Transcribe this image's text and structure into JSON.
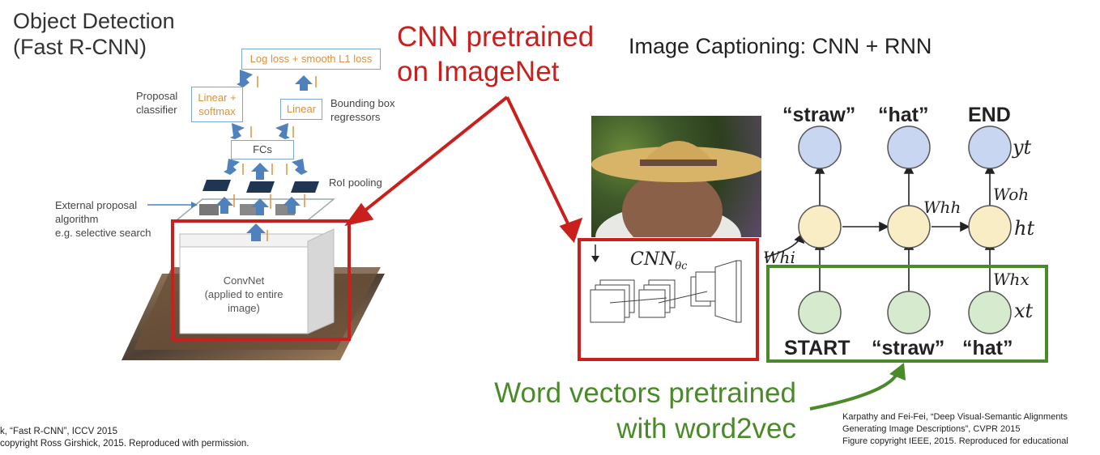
{
  "left_panel": {
    "title_line1": "Object Detection",
    "title_line2": "(Fast R-CNN)",
    "loss_label": "Log loss + smooth L1 loss",
    "linear_softmax_line1": "Linear +",
    "linear_softmax_line2": "softmax",
    "linear_label": "Linear",
    "proposal_line1": "Proposal",
    "proposal_line2": "classifier",
    "bbox_line1": "Bounding box",
    "bbox_line2": "regressors",
    "fcs_label": "FCs",
    "roi_label": "RoI pooling",
    "external_line1": "External proposal",
    "external_line2": "algorithm",
    "external_line3": "e.g. selective search",
    "convnet_line1": "ConvNet",
    "convnet_line2": "(applied to entire",
    "convnet_line3": "image)"
  },
  "center": {
    "red_line1": "CNN pretrained",
    "red_line2": "on ImageNet",
    "green_line1": "Word vectors pretrained",
    "green_line2": "with word2vec"
  },
  "right_panel": {
    "title": "Image Captioning: CNN + RNN",
    "cnn_label": "CNN",
    "cnn_sub": "θc",
    "whi": "Whi",
    "whh": "Whh",
    "woh": "Woh",
    "whx": "Whx",
    "yt": "yt",
    "ht": "ht",
    "xt": "xt",
    "outputs": [
      "“straw”",
      "“hat”",
      "END"
    ],
    "inputs": [
      "START",
      "“straw”",
      "“hat”"
    ]
  },
  "footnotes": {
    "left_line1": "k, “Fast R-CNN”, ICCV 2015",
    "left_line2": "copyright Ross Girshick, 2015. Reproduced with permission.",
    "right_line1": "Karpathy and Fei-Fei, “Deep Visual-Semantic Alignments",
    "right_line2": "Generating Image Descriptions”, CVPR 2015",
    "right_line3": "Figure copyright IEEE, 2015. Reproduced for educational"
  },
  "colors": {
    "red": "#c9201e",
    "green": "#4a8a2a",
    "node_blue": "#c8d6f2",
    "node_yellow": "#f8edc4",
    "node_green": "#d6ebcd",
    "diagram_blue": "#4f81bd"
  }
}
